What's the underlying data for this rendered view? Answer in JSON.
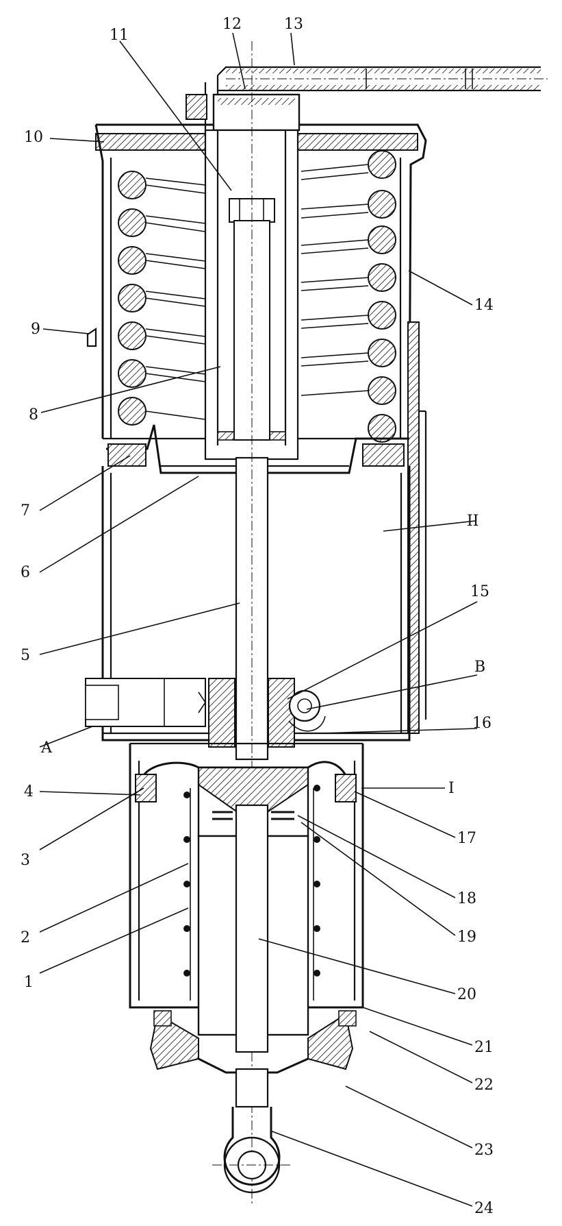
{
  "figure": {
    "part_labels": [
      "1",
      "2",
      "3",
      "4",
      "5",
      "6",
      "7",
      "8",
      "9",
      "10",
      "11",
      "12",
      "13",
      "14",
      "15",
      "16",
      "17",
      "18",
      "19",
      "20",
      "21",
      "22",
      "23",
      "24"
    ],
    "chamber_labels": [
      "I",
      "II"
    ],
    "port_labels": [
      "A",
      "B"
    ]
  }
}
